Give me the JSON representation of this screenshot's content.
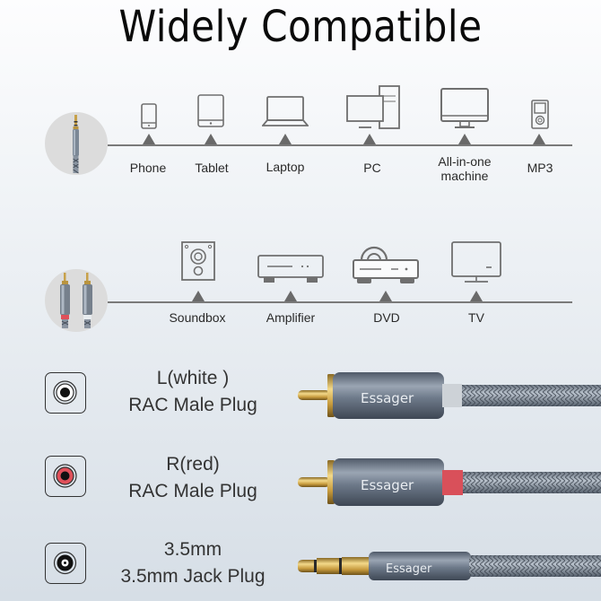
{
  "title": "Widely Compatible",
  "section_35mm": {
    "connector": "3.5mm-jack-icon",
    "devices": [
      {
        "label": "Phone",
        "icon": "phone-icon"
      },
      {
        "label": "Tablet",
        "icon": "tablet-icon"
      },
      {
        "label": "Laptop",
        "icon": "laptop-icon"
      },
      {
        "label": "PC",
        "icon": "desktop-pc-icon"
      },
      {
        "label_line1": "All-in-one",
        "label_line2": "machine",
        "icon": "all-in-one-icon"
      },
      {
        "label": "MP3",
        "icon": "mp3-player-icon"
      }
    ]
  },
  "section_rca": {
    "connector": "rca-plugs-icon",
    "devices": [
      {
        "label": "Soundbox",
        "icon": "speaker-icon"
      },
      {
        "label": "Amplifier",
        "icon": "amplifier-icon"
      },
      {
        "label": "DVD",
        "icon": "dvd-player-icon"
      },
      {
        "label": "TV",
        "icon": "tv-icon"
      }
    ]
  },
  "plugs": [
    {
      "line1": "L(white )",
      "line2": "RAC Male Plug",
      "ring_color": "#ffffff",
      "collar_color": "#c8ccd0",
      "brand": "Essager"
    },
    {
      "line1": "R(red)",
      "line2": "RAC Male Plug",
      "ring_color": "#e0505a",
      "collar_color": "#d9505a",
      "brand": "Essager"
    },
    {
      "line1": "3.5mm",
      "line2": "3.5mm Jack Plug",
      "ring_color": "#111111",
      "brand": "Essager"
    }
  ],
  "colors": {
    "line": "#7a7a7a",
    "icon_stroke": "#6f6f6f",
    "gold": "#c9a24a",
    "metal": "#6b7785",
    "red": "#d9505a"
  }
}
